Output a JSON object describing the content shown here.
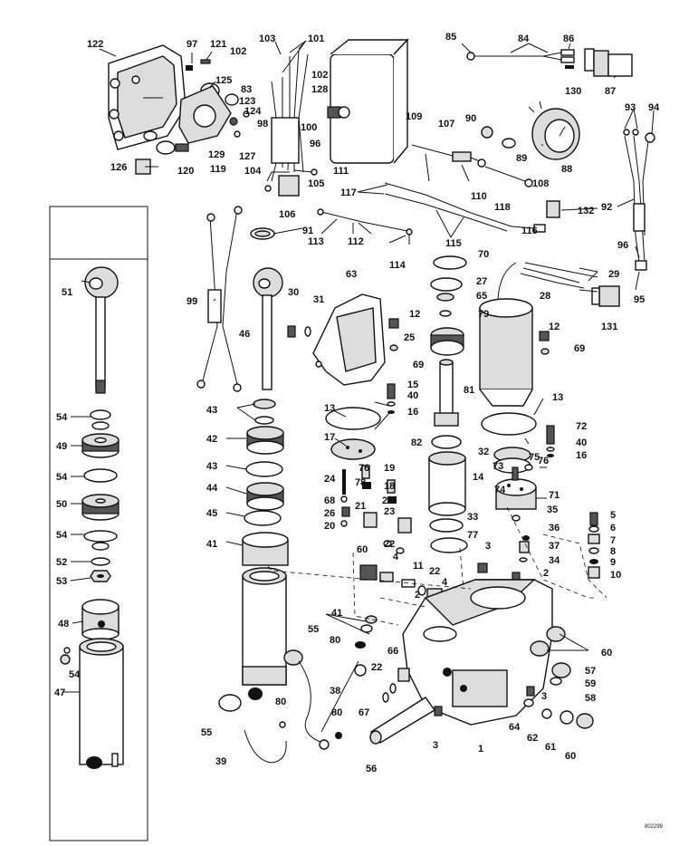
{
  "callouts": [
    "1",
    "2",
    "3",
    "4",
    "5",
    "6",
    "7",
    "8",
    "9",
    "10",
    "11",
    "12",
    "13",
    "14",
    "15",
    "16",
    "17",
    "18",
    "19",
    "20",
    "21",
    "22",
    "23",
    "24",
    "25",
    "26",
    "27",
    "28",
    "29",
    "30",
    "31",
    "32",
    "33",
    "34",
    "35",
    "36",
    "37",
    "38",
    "39",
    "40",
    "41",
    "42",
    "43",
    "44",
    "45",
    "46",
    "47",
    "48",
    "49",
    "50",
    "51",
    "52",
    "53",
    "54",
    "55",
    "56",
    "57",
    "58",
    "59",
    "60",
    "61",
    "62",
    "63",
    "64",
    "65",
    "66",
    "67",
    "68",
    "69",
    "70",
    "71",
    "72",
    "73",
    "74",
    "75",
    "76",
    "77",
    "78",
    "79",
    "80",
    "81",
    "82",
    "83",
    "84",
    "85",
    "86",
    "87",
    "88",
    "89",
    "90",
    "91",
    "92",
    "93",
    "94",
    "95",
    "96",
    "97",
    "98",
    "99",
    "100",
    "101",
    "102",
    "103",
    "104",
    "105",
    "106",
    "107",
    "108",
    "109",
    "110",
    "111",
    "112",
    "113",
    "114",
    "115",
    "116",
    "117",
    "118",
    "119",
    "120",
    "121",
    "122",
    "123",
    "124",
    "125",
    "126",
    "127",
    "128",
    "129",
    "130",
    "131",
    "132"
  ],
  "drawing_code": "802299"
}
